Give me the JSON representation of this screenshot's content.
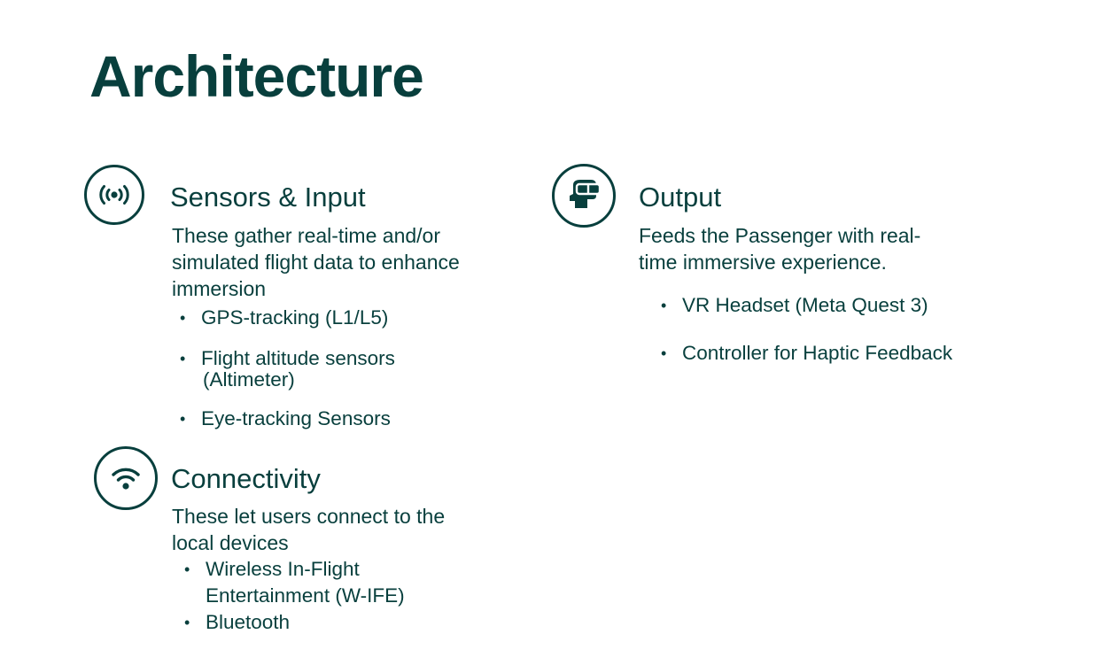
{
  "slide": {
    "title": "Architecture"
  },
  "sections": {
    "sensors": {
      "icon": "broadcast-signal-icon",
      "heading": "Sensors & Input",
      "desc_lines": [
        "These gather real-time and/or",
        "simulated flight data to enhance",
        "immersion"
      ],
      "bullets": [
        "GPS-tracking (L1/L5)",
        "Flight altitude sensors",
        "(Altimeter)",
        "Eye-tracking Sensors"
      ]
    },
    "connectivity": {
      "icon": "wifi-icon",
      "heading": "Connectivity",
      "desc_lines": [
        "These let users connect to the",
        "local devices"
      ],
      "bullets": [
        "Wireless In-Flight",
        "Entertainment (W-IFE)",
        "Bluetooth"
      ]
    },
    "output": {
      "icon": "vr-headset-icon",
      "heading": "Output",
      "desc_lines": [
        "Feeds the Passenger with real-",
        "time immersive experience."
      ],
      "bullets": [
        "VR Headset (Meta Quest 3)",
        "Controller for Haptic Feedback"
      ]
    }
  },
  "colors": {
    "text": "#083f3d",
    "background": "#ffffff"
  }
}
